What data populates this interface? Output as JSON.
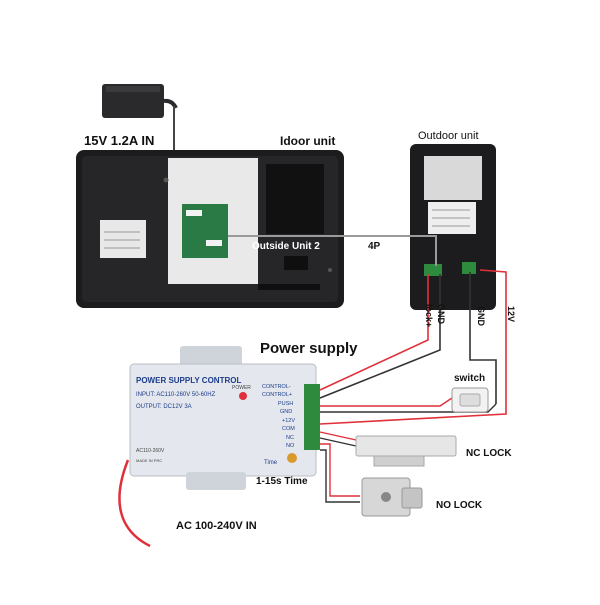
{
  "labels": {
    "adapter_rating": "15V 1.2A  IN",
    "indoor_unit": "Idoor unit",
    "outdoor_unit": "Outdoor unit",
    "outside_unit_2": "Outside Unit 2",
    "cable_4p": "4P",
    "lock_plus": "lock+",
    "gnd_a": "GND",
    "gnd_b": "GND",
    "v12": "12V",
    "power_supply": "Power supply",
    "switch": "switch",
    "nc_lock": "NC LOCK",
    "no_lock": "NO LOCK",
    "time": "1-15s Time",
    "ac_in": "AC 100-240V IN"
  },
  "psu": {
    "title": "POWER SUPPLY CONTROL",
    "input": "INPUT: AC110-260V 50-60HZ",
    "output": "OUTPUT: DC12V  3A",
    "power_led": "POWER",
    "ac_label": "AC110-260V",
    "made_in": "MADE IN PRC",
    "time_knob": "Time",
    "terminals": [
      "CONTROL-",
      "CONTROL+",
      "PUSH",
      "GND",
      "+12V",
      "COM",
      "NC",
      "NO"
    ]
  },
  "colors": {
    "wire_red": "#e0303a",
    "wire_gray": "#9a9a9a",
    "wire_dark": "#333333",
    "unit_body": "#1c1c1e",
    "psu_body": "#e4e8ee",
    "terminal_green": "#2e8b3e"
  }
}
